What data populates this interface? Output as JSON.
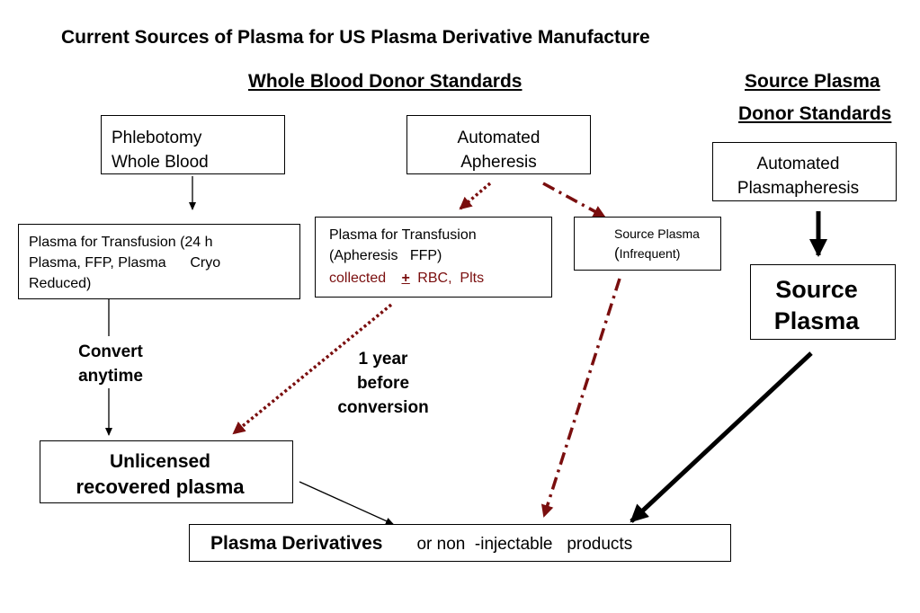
{
  "title": "Current Sources of Plasma for US Plasma Derivative Manufacture",
  "headers": {
    "whole_blood": "Whole Blood Donor Standards",
    "source_plasma_line1": "Source Plasma",
    "source_plasma_line2": "Donor Standards"
  },
  "nodes": {
    "phlebotomy": {
      "line1": "Phlebotomy",
      "line2": "Whole Blood"
    },
    "apheresis": {
      "line1": "Automated",
      "line2": "Apheresis"
    },
    "plasmapheresis": {
      "line1": "Automated",
      "line2": "Plasmapheresis"
    },
    "plasma_transfusion": {
      "line1": "Plasma for Transfusion (24 h",
      "line2": "Plasma, FFP, Plasma      Cryo",
      "line3": "Reduced)"
    },
    "apheresis_transfusion": {
      "line1": "Plasma for Transfusion",
      "line2": "(Apheresis   FFP)",
      "collected": "collected",
      "plus": "+",
      "rbc": " RBC,  Plts"
    },
    "source_plasma_infrequent": {
      "line1": "Source Plasma",
      "paren": "(",
      "line2": "Infrequent)"
    },
    "source_plasma_main": {
      "line1": "Source",
      "line2": "Plasma"
    },
    "unlicensed": {
      "line1": "Unlicensed",
      "line2": "recovered plasma"
    },
    "derivatives": {
      "bold": "Plasma Derivatives",
      "rest": "or non  -injectable   products"
    }
  },
  "labels": {
    "convert_line1": "Convert",
    "convert_line2": "anytime",
    "year_line1": "1 year",
    "year_line2": "before",
    "year_line3": "conversion"
  },
  "colors": {
    "dark_red": "#7a0e0e",
    "black": "#000000"
  }
}
